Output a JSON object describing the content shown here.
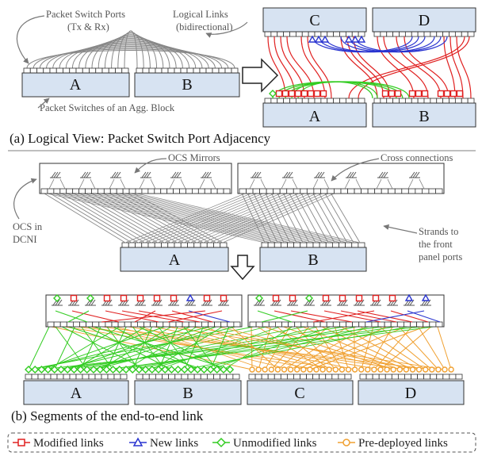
{
  "panel_a": {
    "caption": "(a) Logical View: Packet Switch Port Adjacency",
    "annotations": {
      "ports": [
        "Packet Switch Ports",
        "(Tx & Rx)"
      ],
      "links": [
        "Logical Links",
        "(bidirectional)"
      ],
      "switches": "Packet Switches of an Agg. Block"
    },
    "blocks_before": [
      "A",
      "B"
    ],
    "blocks_after_top": [
      "C",
      "D"
    ],
    "blocks_after_bottom": [
      "A",
      "B"
    ]
  },
  "panel_b": {
    "caption": "(b) Segments of the end-to-end link",
    "annotations": {
      "mirrors": "OCS Mirrors",
      "cross": "Cross connections",
      "ocs": [
        "OCS in",
        "DCNI"
      ],
      "strands": [
        "Strands to",
        "the front",
        "panel ports"
      ]
    },
    "blocks_before": [
      "A",
      "B"
    ],
    "blocks_after": [
      "A",
      "B",
      "C",
      "D"
    ]
  },
  "legend": {
    "items": [
      {
        "label": "Modified links",
        "color": "#e02020",
        "marker": "square"
      },
      {
        "label": "New links",
        "color": "#2a35d0",
        "marker": "triangle"
      },
      {
        "label": "Unmodified links",
        "color": "#33cc22",
        "marker": "diamond"
      },
      {
        "label": "Pre-deployed links",
        "color": "#f0a030",
        "marker": "circle"
      }
    ]
  },
  "colors": {
    "block_fill": "#d7e3f2",
    "red": "#e02020",
    "blue": "#2a35d0",
    "green": "#33cc22",
    "orange": "#f0a030",
    "gray": "#777777"
  }
}
